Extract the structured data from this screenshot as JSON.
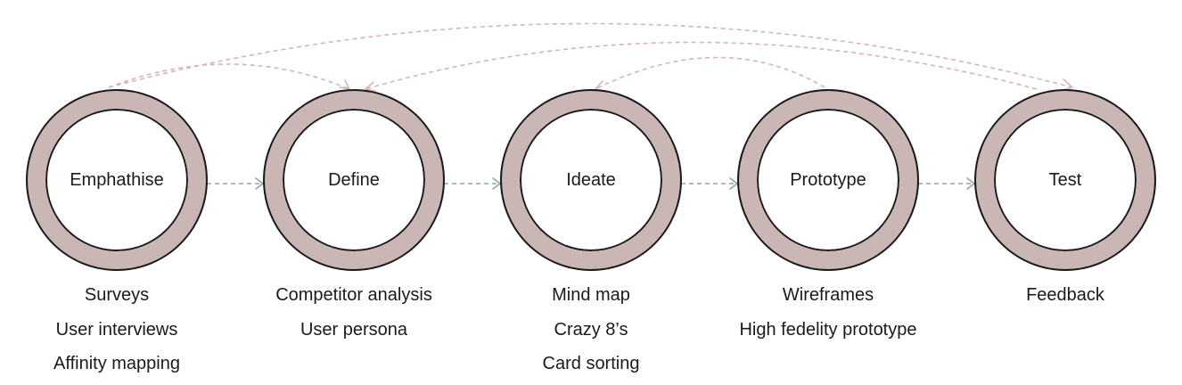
{
  "stages": [
    {
      "label": "Emphathise",
      "activities": [
        "Surveys",
        "User interviews",
        "Affinity mapping"
      ]
    },
    {
      "label": "Define",
      "activities": [
        "Competitor analysis",
        "User persona"
      ]
    },
    {
      "label": "Ideate",
      "activities": [
        "Mind map",
        "Crazy 8’s",
        "Card sorting"
      ]
    },
    {
      "label": "Prototype",
      "activities": [
        "Wireframes",
        "High fedelity prototype"
      ]
    },
    {
      "label": "Test",
      "activities": [
        "Feedback"
      ]
    }
  ],
  "colors": {
    "ring": "#cbb6b6",
    "outline": "#1a1a1a",
    "forward_arrow": "#8fa3ad",
    "feedback_arrow": "#d8b4b4"
  }
}
